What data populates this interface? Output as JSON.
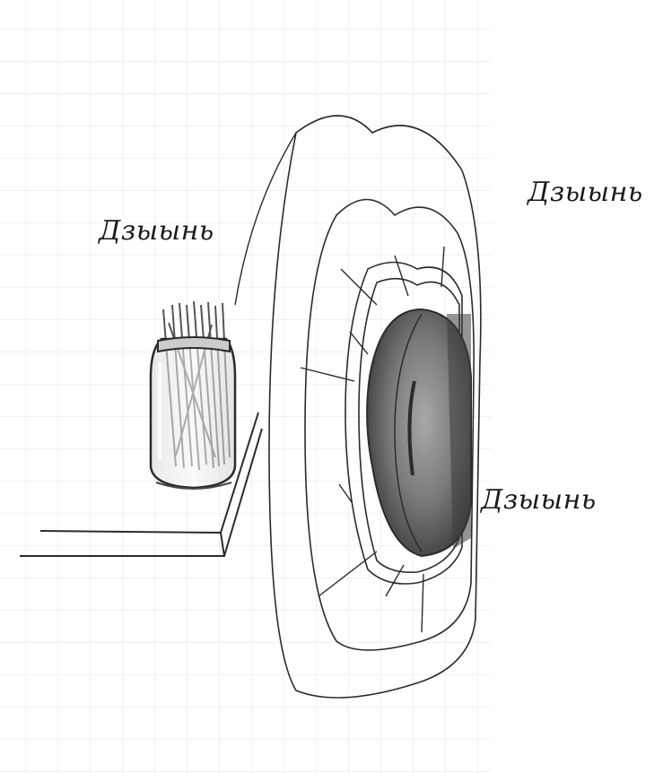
{
  "labels": {
    "left": "Дзыынь",
    "right": "Дзыынь",
    "lower": "Дзыынь"
  },
  "colors": {
    "background": "#ffffff",
    "grid": "#e4e4e4",
    "ink": "#2b2b2b",
    "apple_dark": "#3d3d3d",
    "apple_mid": "#6e6e6e",
    "apple_light": "#a8a8a8"
  },
  "icons": {
    "jar": "jar-with-sticks-icon",
    "apple": "apple-icon"
  }
}
